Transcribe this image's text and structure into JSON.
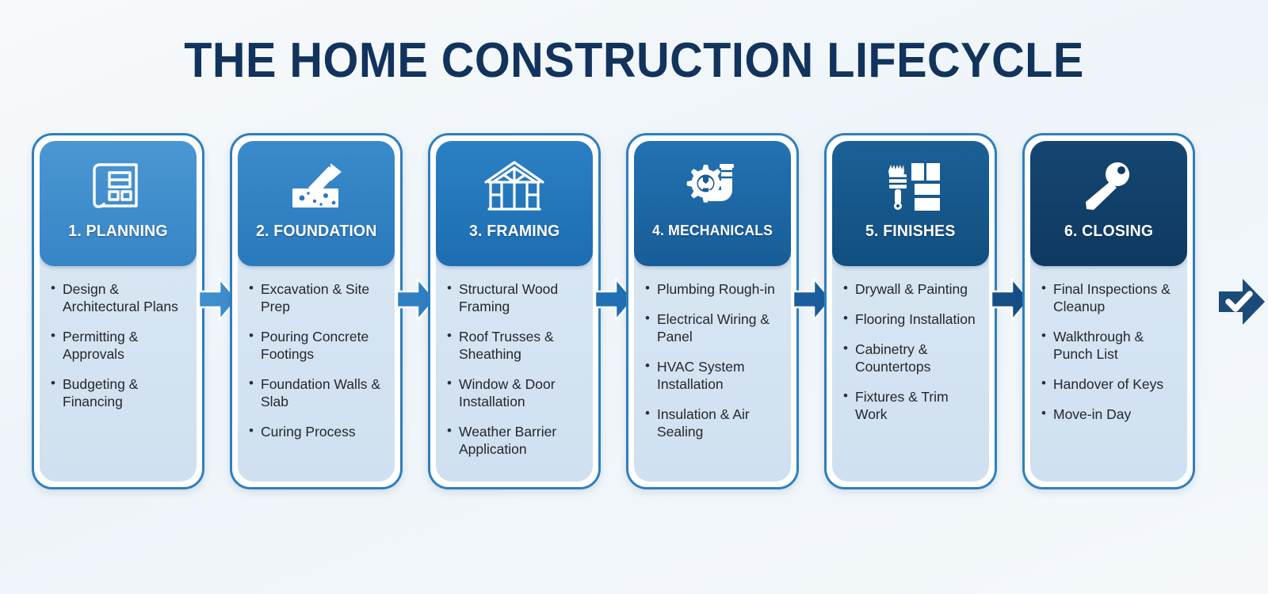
{
  "title": "THE HOME CONSTRUCTION LIFECYCLE",
  "colors": {
    "title": "#11335c",
    "page_background": "#f4f8fb",
    "card_border": "#2e7fc0",
    "card_body": "#d5e3f1",
    "body_text": "#23272b",
    "header_1": "#3d8dcc",
    "header_2": "#2e80c2",
    "header_3": "#1f72b8",
    "header_4": "#1a62a3",
    "header_5": "#145689",
    "header_6": "#123d69",
    "arrow_1": "#3f8ecc",
    "arrow_2": "#2f80c2",
    "arrow_3": "#216fb4",
    "arrow_4": "#1a5e9e",
    "arrow_5": "#164f85",
    "arrow_end": "#1b4b79"
  },
  "stages": [
    {
      "number": "1.",
      "title": "1. PLANNING",
      "icon": "blueprint-icon",
      "items": [
        "Design & Architectural Plans",
        "Permitting & Approvals",
        "Budgeting & Financing"
      ]
    },
    {
      "number": "2.",
      "title": "2. FOUNDATION",
      "icon": "trowel-concrete-icon",
      "items": [
        "Excavation & Site Prep",
        "Pouring Concrete Footings",
        "Foundation Walls & Slab",
        "Curing Process"
      ]
    },
    {
      "number": "3.",
      "title": "3. FRAMING",
      "icon": "house-frame-icon",
      "items": [
        "Structural Wood Framing",
        "Roof Trusses & Sheathing",
        "Window & Door Installation",
        "Weather Barrier Application"
      ]
    },
    {
      "number": "4.",
      "title": "4. MECHANICALS",
      "icon": "gear-pipe-icon",
      "items": [
        "Plumbing Rough-in",
        "Electrical Wiring & Panel",
        "HVAC System Installation",
        "Insulation & Air Sealing"
      ]
    },
    {
      "number": "5.",
      "title": "5. FINISHES",
      "icon": "paintbrush-icon",
      "items": [
        "Drywall & Painting",
        "Flooring Installation",
        "Cabinetry & Countertops",
        "Fixtures & Trim Work"
      ]
    },
    {
      "number": "6.",
      "title": "6. CLOSING",
      "icon": "key-icon",
      "items": [
        "Final Inspections & Cleanup",
        "Walkthrough & Punch List",
        "Handover of Keys",
        "Move-in Day"
      ]
    }
  ],
  "end_marker": {
    "icon": "check-arrow-icon",
    "label": ""
  }
}
